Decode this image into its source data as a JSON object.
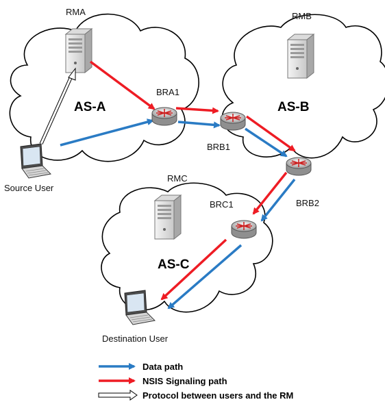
{
  "labels": {
    "rma": "RMA",
    "rmb": "RMB",
    "rmc": "RMC",
    "bra1": "BRA1",
    "brb1": "BRB1",
    "brb2": "BRB2",
    "brc1": "BRC1",
    "as_a": "AS-A",
    "as_b": "AS-B",
    "as_c": "AS-C",
    "source_user": "Source User",
    "destination_user": "Destination User"
  },
  "legend": {
    "data_path": "Data path",
    "nsis_path": "NSIS Signaling path",
    "protocol": "Protocol between users and the RM"
  },
  "colors": {
    "data_path": "#2a7bc4",
    "nsis_path": "#ee1c24",
    "protocol": "#ffffff"
  }
}
